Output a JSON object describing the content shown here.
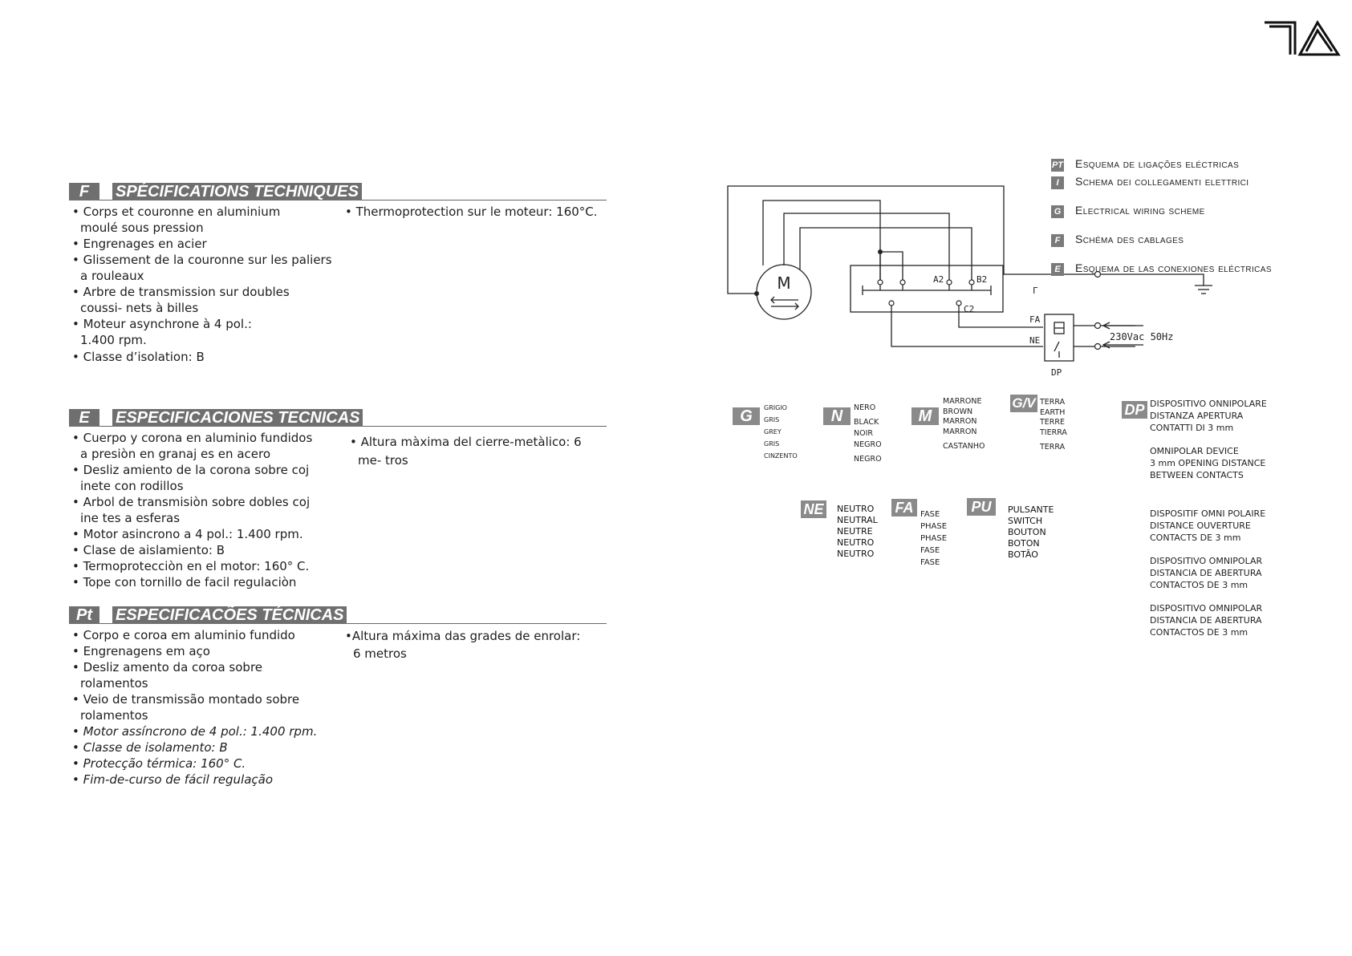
{
  "logo": {
    "name": "ta-logo-icon"
  },
  "sections": [
    {
      "tag": "F",
      "title": "SPÉCIFICATIONS TECHNIQUES",
      "col_a": [
        "• Corps et couronne en aluminium moulé sous pression",
        "• Engrenages en acier",
        "• Glissement de la couronne sur les paliers a rouleaux",
        "• Arbre de transmission sur doubles coussi- nets à billes",
        "• Moteur asynchrone à 4 pol.: 1.400 rpm.",
        "• Classe d’isolation: B"
      ],
      "col_b": [
        "• Thermoprotection sur le moteur: 160°C."
      ]
    },
    {
      "tag": "E",
      "title": "ESPECIFICACIONES TECNICAS",
      "col_a": [
        "• Cuerpo y corona en aluminio fundidos a presiòn en granaj es en acero",
        "• Desliz amiento de la corona sobre coj inete con rodillos",
        "• Arbol de transmisiòn sobre dobles coj ine tes a esferas",
        "• Motor asincrono a 4 pol.: 1.400 rpm.",
        "• Clase de aislamiento: B",
        "• Termoprotecciòn en el motor: 160° C.",
        "• Tope con tornillo de facil regulaciòn"
      ],
      "col_b": [
        "• Altura màxima del cierre-metàlico: 6 me- tros"
      ]
    },
    {
      "tag": "Pt",
      "title": "ESPECIFICACÕES TÉCNICAS",
      "col_a": [
        "• Corpo e coroa em aluminio fundido",
        "• Engrenagens em aço",
        "• Desliz amento da coroa sobre rolamentos",
        "• Veio de transmissão montado sobre rolamentos",
        "• Motor assíncrono de 4 pol.: 1.400 rpm.",
        "• Classe de isolamento: B",
        "• Protecção térmica: 160° C.",
        "• Fim-de-curso de fácil regulação"
      ],
      "col_b": [
        "•Altura máxima das grades de enrolar: 6 metros"
      ]
    }
  ],
  "schemes": [
    {
      "tag": "PT",
      "text": "Esquema de ligações eléctricas"
    },
    {
      "tag": "I",
      "text": "Schema dei collegamenti elettrici"
    },
    {
      "tag": "G",
      "text": "Electrical wiring scheme"
    },
    {
      "tag": "F",
      "text": "Schéma des cablages"
    },
    {
      "tag": "E",
      "text": "Esquema de las conexiones eléctricas"
    }
  ],
  "diagram": {
    "motor": "M",
    "a2": "A2",
    "b2": "B2",
    "c2": "C2",
    "gamma": "Γ",
    "fa": "FA",
    "ne": "NE",
    "dp": "DP",
    "supply": "230Vac 50Hz"
  },
  "legend": {
    "g": {
      "tag": "G",
      "lines": [
        "GRIGIO",
        "GRIS",
        "GREY",
        "GRIS",
        "CINZENTO"
      ]
    },
    "n": {
      "tag": "N",
      "lines": [
        "NERO",
        "BLACK",
        "NOIR",
        "NEGRO",
        "NEGRO"
      ]
    },
    "m": {
      "tag": "M",
      "lines": [
        "MARRONE",
        "BROWN",
        "MARRON",
        "MARRON",
        "CASTANHO"
      ]
    },
    "gv": {
      "tag": "G/V",
      "lines": [
        "TERRA",
        "EARTH",
        "TERRE",
        "TIERRA",
        "TERRA"
      ]
    },
    "ne": {
      "tag": "NE",
      "lines": [
        "NEUTRO",
        "NEUTRAL",
        "NEUTRE",
        "NEUTRO",
        "NEUTRO"
      ]
    },
    "fa": {
      "tag": "FA",
      "lines": [
        "FASE",
        "PHASE",
        "PHASE",
        "FASE",
        "FASE"
      ]
    },
    "pu": {
      "tag": "PU",
      "lines": [
        "PULSANTE",
        "SWITCH",
        "BOUTON",
        "BOTON",
        "BOTÃO"
      ]
    },
    "dp": {
      "tag": "DP",
      "blocks": [
        [
          "DISPOSITIVO ONNIPOLARE",
          "DISTANZA APERTURA",
          "CONTATTI DI 3 mm"
        ],
        [
          "OMNIPOLAR  DEVICE",
          "3  mm OPENING DISTANCE",
          "BETWEEN CONTACTS"
        ],
        [
          "DISPOSITIF  OMNI POLAIRE",
          "DISTANCE OUVERTURE",
          "CONTACTS DE 3 mm"
        ],
        [
          "DISPOSITIVO  OMNIPOLAR",
          "DISTANCIA  DE  ABERTURA",
          "CONTACTOS DE 3 mm"
        ],
        [
          "DISPOSITIVO  OMNIPOLAR",
          "DISTANCIA  DE  ABERTURA",
          "CONTACTOS DE 3 mm"
        ]
      ]
    }
  }
}
